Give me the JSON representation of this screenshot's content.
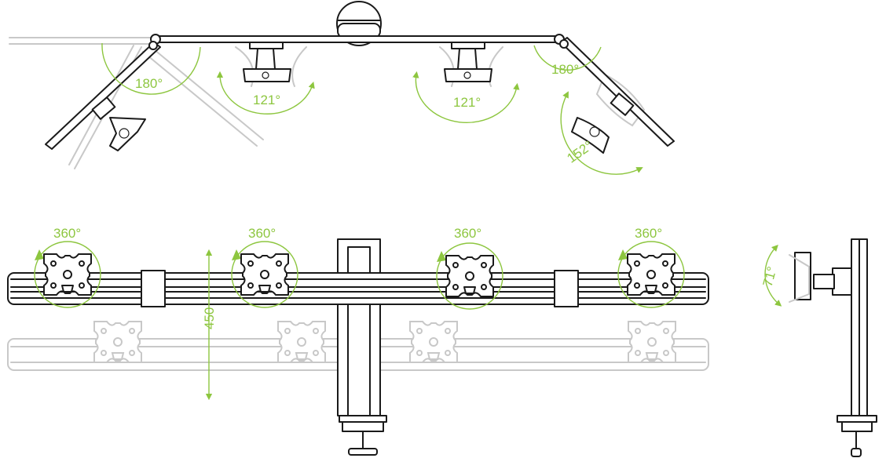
{
  "colors": {
    "accent": "#8dc63f",
    "line": "#1a1a1a",
    "ghost": "#c8c8c8"
  },
  "top_view": {
    "left_pivot_angle": "180°",
    "left_tilt_angle": "121°",
    "right_tilt_angle": "121°",
    "right_pivot_angle": "180°",
    "right_swivel_angle": "152°"
  },
  "front_view": {
    "rotation_labels": [
      "360°",
      "360°",
      "360°",
      "360°"
    ],
    "height_adjust": "450"
  },
  "side_view": {
    "tilt_angle": "71°"
  }
}
